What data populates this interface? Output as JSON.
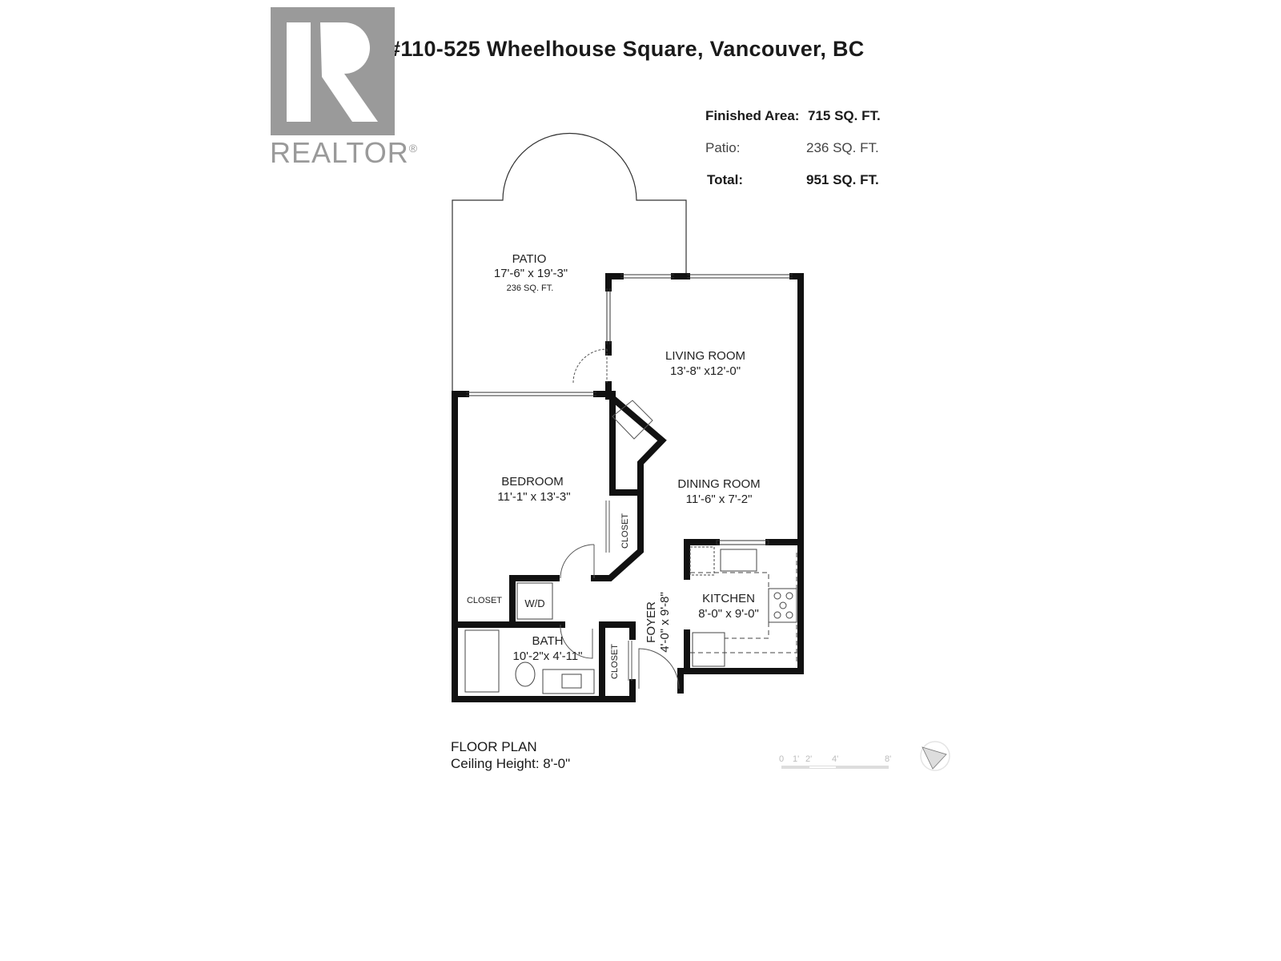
{
  "header": {
    "title": "#110-525 Wheelhouse Square, Vancouver, BC"
  },
  "logo": {
    "text": "REALTOR",
    "mark": "®"
  },
  "areas": {
    "finished": {
      "label": "Finished Area:",
      "value": "715 SQ. FT."
    },
    "patio": {
      "label": "Patio:",
      "value": "236 SQ. FT."
    },
    "total": {
      "label": "Total:",
      "value": "951 SQ. FT."
    }
  },
  "rooms": {
    "patio": {
      "name": "PATIO",
      "dims": "17'-6\" x 19'-3\"",
      "area": "236 SQ. FT."
    },
    "living": {
      "name": "LIVING ROOM",
      "dims": "13'-8\" x12'-0\""
    },
    "dining": {
      "name": "DINING ROOM",
      "dims": "11'-6\" x 7'-2\""
    },
    "bedroom": {
      "name": "BEDROOM",
      "dims": "11'-1\" x 13'-3\""
    },
    "kitchen": {
      "name": "KITCHEN",
      "dims": "8'-0\" x 9'-0\""
    },
    "bath": {
      "name": "BATH",
      "dims": "10'-2\"x 4'-11\""
    },
    "foyer": {
      "name": "FOYER",
      "dims": "4'-0\" x 9'-8\""
    },
    "closet_bedroom": "CLOSET",
    "closet_hall": "CLOSET",
    "closet_foyer": "CLOSET",
    "laundry": "W/D"
  },
  "footer": {
    "plan_label": "FLOOR PLAN",
    "ceiling": "Ceiling Height: 8'-0\""
  },
  "scale": {
    "ticks": [
      "0",
      "1'",
      "2'",
      "4'",
      "8'"
    ]
  },
  "icons": {
    "compass": "north-arrow-icon"
  }
}
